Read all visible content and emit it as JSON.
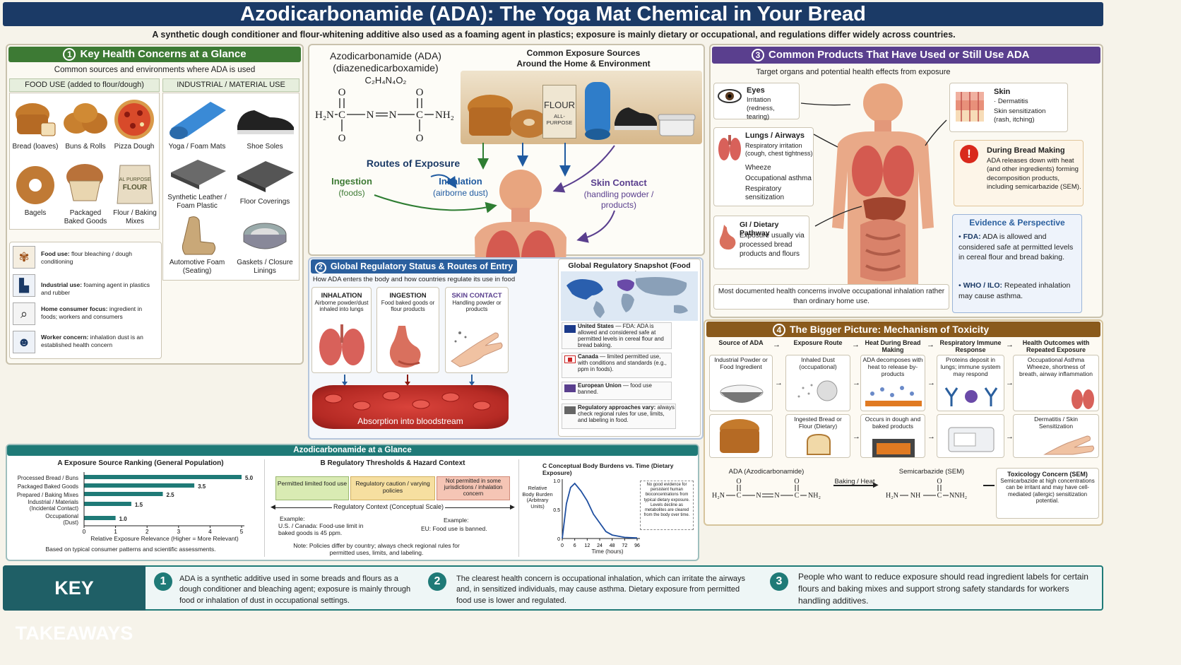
{
  "title": "Azodicarbonamide (ADA): The Yoga Mat Chemical in Your Bread",
  "subtitle": "A synthetic dough conditioner and flour-whitening additive also used as a foaming agent in plastics; exposure is mainly dietary or occupational, and regulations differ widely across countries.",
  "colors": {
    "navy": "#1b3a66",
    "green": "#3d7a34",
    "blue": "#2a5f9e",
    "purple": "#5a3f8e",
    "brown": "#8a5a1c",
    "teal": "#1f7a77"
  },
  "p1": {
    "num": "1",
    "title": "Key Health Concerns at a Glance",
    "sub": "Common sources and environments where ADA is used",
    "food_hdr": "FOOD USE (added to flour/dough)",
    "ind_hdr": "INDUSTRIAL / MATERIAL USE",
    "food": [
      "Bread (loaves)",
      "Buns & Rolls",
      "Pizza Dough",
      "Bagels",
      "Packaged Baked Goods",
      "Flour / Baking Mixes"
    ],
    "ind": [
      "Yoga / Foam Mats",
      "Shoe Soles",
      "Synthetic Leather / Foam Plastic",
      "Floor Coverings",
      "Automotive Foam (Seating)",
      "Gaskets / Closure Linings"
    ],
    "flour_bag": "ALL PURPOSE FLOUR",
    "notes": [
      {
        "b": "Food use:",
        "t": " flour bleaching / dough conditioning",
        "icon": "wheat-icon"
      },
      {
        "b": "Industrial use:",
        "t": " foaming agent in plastics and rubber",
        "icon": "factory-icon"
      },
      {
        "b": "Home consumer focus:",
        "t": " ingredient in foods; workers and consumers",
        "icon": "magnifier-icon"
      },
      {
        "b": "Worker concern:",
        "t": " inhalation dust is an established health concern",
        "icon": "worker-icon"
      }
    ]
  },
  "center": {
    "name": "Azodicarbonamide (ADA)",
    "alt": "(diazenedicarboxamide)",
    "formula": "C₂H₄N₄O₂",
    "struct": {
      "o": "O",
      "h2n": "H₂N",
      "c": "C",
      "n": "N",
      "nh2": "NH₂",
      "eq": "═",
      "dash": "—"
    },
    "sources_title": "Common Exposure Sources Around the Home & Environment",
    "bag_text": "FLOUR",
    "bag_sub": "ALL-PURPOSE",
    "routes_title": "Routes of Exposure",
    "ingestion": "Ingestion",
    "ingestion_sub": "(foods)",
    "inhalation": "Inhalation",
    "inhalation_sub": "(airborne dust)",
    "skin": "Skin Contact",
    "skin_sub": "(handling powder / products)"
  },
  "p2": {
    "num": "2",
    "title": "Global Regulatory Status & Routes of Entry",
    "sub": "How ADA enters the body and how countries regulate its use in food",
    "routes": [
      {
        "h": "INHALATION",
        "t": "Airborne powder/dust inhaled into lungs"
      },
      {
        "h": "INGESTION",
        "t": "Food baked goods or flour products"
      },
      {
        "h": "SKIN CONTACT",
        "t": "Handling powder or products"
      }
    ],
    "blood": "Absorption into bloodstream",
    "snap_title": "Global Regulatory Snapshot (Food Use)",
    "regs": [
      {
        "b": "United States",
        "t": " — FDA: ADA is allowed and considered safe at permitted levels in cereal flour and bread baking.",
        "c": "#1b3a8a"
      },
      {
        "b": "Canada",
        "t": " — limited permitted use, with conditions and standards (e.g., ppm in foods).",
        "c": "#cc2222"
      },
      {
        "b": "European Union",
        "t": " — food use banned.",
        "c": "#5a3f8e"
      },
      {
        "b": "Regulatory approaches vary:",
        "t": " always check regional rules for use, limits, and labeling in food.",
        "c": "#666"
      }
    ]
  },
  "p3": {
    "num": "3",
    "title": "Common Products That Have Used or Still Use ADA",
    "sub": "Target organs and potential health effects from exposure",
    "eyes": {
      "h": "Eyes",
      "t": "Irritation (redness, tearing)"
    },
    "lungs": {
      "h": "Lungs / Airways",
      "t1": "Respiratory irritation (cough, chest tightness)",
      "t2": "Wheeze",
      "t3": "Occupational asthma",
      "t4": "Respiratory sensitization"
    },
    "gi": {
      "h": "GI / Dietary Pathway",
      "t": "Exposure usually via processed bread products and flours"
    },
    "skin": {
      "h": "Skin",
      "t1": "Dermatitis",
      "t2": "Skin sensitization (rash, itching)"
    },
    "bake": {
      "h": "During Bread Making",
      "t": "ADA releases down with heat (and other ingredients) forming decomposition products, including semicarbazide (SEM)."
    },
    "bottom": "Most documented health concerns involve occupational inhalation rather than ordinary home use.",
    "evid_title": "Evidence & Perspective",
    "evid": [
      {
        "b": "FDA:",
        "t": " ADA is allowed and considered safe at permitted levels in cereal flour and bread baking."
      },
      {
        "b": "WHO / ILO:",
        "t": " Repeated inhalation may cause asthma."
      }
    ]
  },
  "p4": {
    "num": "4",
    "title": "The Bigger Picture: Mechanism of Toxicity",
    "cols": [
      "Source of ADA",
      "Exposure Route",
      "Heat During Bread Making",
      "Respiratory Immune Response",
      "Health Outcomes with Repeated Exposure"
    ],
    "r1": [
      "Industrial Powder or Food Ingredient",
      "Inhaled Dust (occupational)",
      "ADA decomposes with heat to release by-products",
      "Proteins deposit in lungs; immune system may respond",
      "Occupational Asthma Wheeze, shortness of breath, airway inflammation"
    ],
    "r2": [
      "",
      "Ingested Bread or Flour (Dietary)",
      "Occurs in dough and baked products",
      "",
      "Dermatitis / Skin Sensitization"
    ],
    "ada_lbl": "ADA (Azodicarbonamide)",
    "bake_lbl": "Baking / Heat",
    "sem_lbl": "Semicarbazide (SEM)",
    "tox": "Toxicology Concern (SEM)",
    "tox_t": "Semicarbazide at high concentrations can be irritant and may have cell-mediated (allergic) sensitization potential."
  },
  "glance": {
    "title": "Azodicarbonamide at a Glance",
    "a_title": "A  Exposure Source Ranking  (General Population)",
    "a_xlabel": "Relative Exposure Relevance (Higher = More Relevant)",
    "a_note": "Based on typical consumer patterns and scientific assessments.",
    "b_title": "B  Regulatory Thresholds & Hazard Context",
    "b_boxes": [
      "Permitted limited food use",
      "Regulatory caution / varying policies",
      "Not permitted in some jurisdictions / inhalation concern"
    ],
    "b_axis": "Regulatory Context (Conceptual Scale)",
    "b_ex1h": "Example:",
    "b_ex1": "U.S. / Canada: Food-use limit in baked goods is 45 ppm.",
    "b_ex2h": "Example:",
    "b_ex2": "EU: Food use is banned.",
    "b_note": "Note: Policies differ by country; always check regional rules for permitted uses, limits, and labeling.",
    "c_title": "C  Conceptual Body Burdens vs. Time (Dietary Exposure)",
    "c_ylabel": "Relative Body Burden (Arbitrary Units)",
    "c_xlabel": "Time (hours)",
    "c_note": "No good evidence for persistent human bioconcentrations from typical dietary exposure. Levels decline as metabolites are cleared from the body over time."
  },
  "chart_data": [
    {
      "type": "bar",
      "orientation": "horizontal",
      "title": "Exposure Source Ranking (General Population)",
      "categories": [
        "Processed Bread / Buns",
        "Packaged Baked Goods",
        "Prepared / Baking Mixes",
        "Industrial / Materials (Incidental Contact)",
        "Occupational (Dust)"
      ],
      "values": [
        5.0,
        3.5,
        2.5,
        1.5,
        1.0
      ],
      "value_labels": [
        "5.0",
        "3.5",
        "2.5",
        "1.5",
        "1.0"
      ],
      "xlabel": "Relative Exposure Relevance (Higher = More Relevant)",
      "xlim": [
        0,
        5
      ],
      "xticks": [
        "0",
        "1",
        "2",
        "3",
        "4",
        "5"
      ]
    },
    {
      "type": "line",
      "title": "Conceptual Body Burdens vs. Time (Dietary Exposure)",
      "x": [
        0,
        2,
        4,
        6,
        9,
        12,
        18,
        24,
        36,
        48,
        72,
        96
      ],
      "y": [
        0,
        0.6,
        0.88,
        0.95,
        0.82,
        0.65,
        0.42,
        0.27,
        0.12,
        0.06,
        0.02,
        0.01
      ],
      "xlabel": "Time (hours)",
      "ylabel": "Relative Body Burden (Arbitrary Units)",
      "xticks": [
        "0",
        "6",
        "12",
        "24",
        "48",
        "72",
        "96"
      ],
      "yticks": [
        "0",
        "0.5",
        "1.0"
      ],
      "ylim": [
        0,
        1
      ]
    }
  ],
  "takeaways": {
    "title": "KEY TAKEAWAYS",
    "items": [
      {
        "n": "1",
        "t": "ADA is a synthetic additive used in some breads and flours as a dough conditioner and bleaching agent; exposure is mainly through food or inhalation of dust in occupational settings."
      },
      {
        "n": "2",
        "t": "The clearest health concern is occupational inhalation, which can irritate the airways and, in sensitized individuals, may cause asthma. Dietary exposure from permitted food use is lower and regulated."
      },
      {
        "n": "3",
        "t": "People who want to reduce exposure should read ingredient labels for certain flours and baking mixes and support strong safety standards for workers handling additives."
      }
    ]
  }
}
